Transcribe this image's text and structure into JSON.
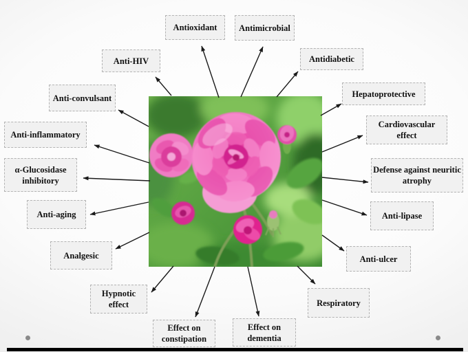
{
  "diagram": {
    "type": "concept-map",
    "center_image": "pink-rose-shrub-photo",
    "labels": [
      {
        "id": "antioxidant",
        "text": "Antioxidant"
      },
      {
        "id": "antimicrobial",
        "text": "Antimicrobial"
      },
      {
        "id": "antidiabetic",
        "text": "Antidiabetic"
      },
      {
        "id": "hepatoprotective",
        "text": "Hepatoprotective"
      },
      {
        "id": "cardiovascular-effect",
        "text": "Cardiovascular effect"
      },
      {
        "id": "defense-against-neuritic-atrophy",
        "text": "Defense against neuritic atrophy"
      },
      {
        "id": "anti-lipase",
        "text": "Anti-lipase"
      },
      {
        "id": "anti-ulcer",
        "text": "Anti-ulcer"
      },
      {
        "id": "respiratory",
        "text": "Respiratory"
      },
      {
        "id": "effect-on-dementia",
        "text": "Effect on dementia"
      },
      {
        "id": "effect-on-constipation",
        "text": "Effect on constipation"
      },
      {
        "id": "hypnotic-effect",
        "text": "Hypnotic effect"
      },
      {
        "id": "analgesic",
        "text": "Analgesic"
      },
      {
        "id": "anti-aging",
        "text": "Anti-aging"
      },
      {
        "id": "alpha-glucosidase-inhibitory",
        "text": "α-Glucosidase inhibitory"
      },
      {
        "id": "anti-inflammatory",
        "text": "Anti-inflammatory"
      },
      {
        "id": "anti-convulsant",
        "text": "Anti-convulsant"
      },
      {
        "id": "anti-hiv",
        "text": "Anti-HIV"
      }
    ],
    "colors": {
      "box_fill": "#f1f1f1",
      "box_border": "#b3b3b3",
      "label_text": "#111111",
      "arrow": "#1a1a1a",
      "bottom_bar": "#000000",
      "decor_dot": "#8a8a8a",
      "rose_pink": "#e23a9f",
      "leaf_green": "#4c9140"
    }
  }
}
